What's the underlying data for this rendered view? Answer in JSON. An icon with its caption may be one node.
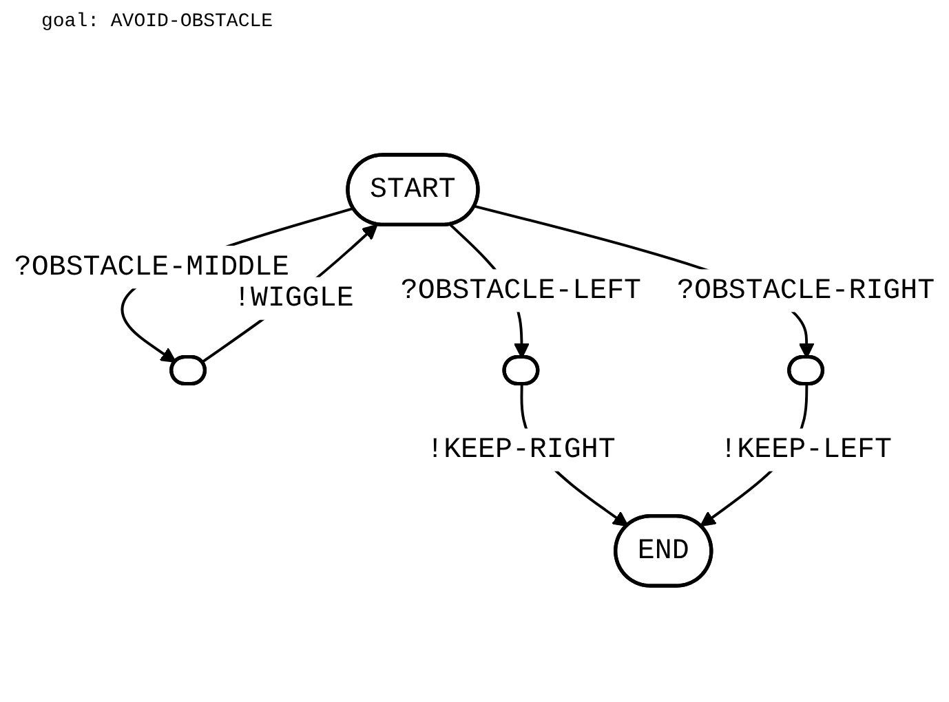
{
  "diagram": {
    "title": "goal: AVOID-OBSTACLE",
    "nodes": [
      {
        "text": [
          "START"
        ]
      },
      {
        "text": [],
        "shape": "ellipse"
      },
      {
        "text": [],
        "shape": "ellipse"
      },
      {
        "text": [],
        "shape": "ellipse"
      },
      {
        "text": [
          "END"
        ]
      }
    ],
    "edges": [
      {
        "from": 0,
        "to": 1,
        "arrow": "to",
        "label": "?OBSTACLE-MIDDLE"
      },
      {
        "from": 1,
        "to": 0,
        "arrow": "to",
        "label": "!WIGGLE"
      },
      {
        "from": 0,
        "to": 2,
        "arrow": "to",
        "label": "?OBSTACLE-LEFT"
      },
      {
        "from": 0,
        "to": 3,
        "arrow": "to",
        "label": "?OBSTACLE-RIGHT"
      },
      {
        "from": 2,
        "to": 4,
        "arrow": "to",
        "label": "!KEEP-RIGHT"
      },
      {
        "from": 3,
        "to": 4,
        "arrow": "to",
        "label": "!KEEP-LEFT"
      }
    ]
  }
}
